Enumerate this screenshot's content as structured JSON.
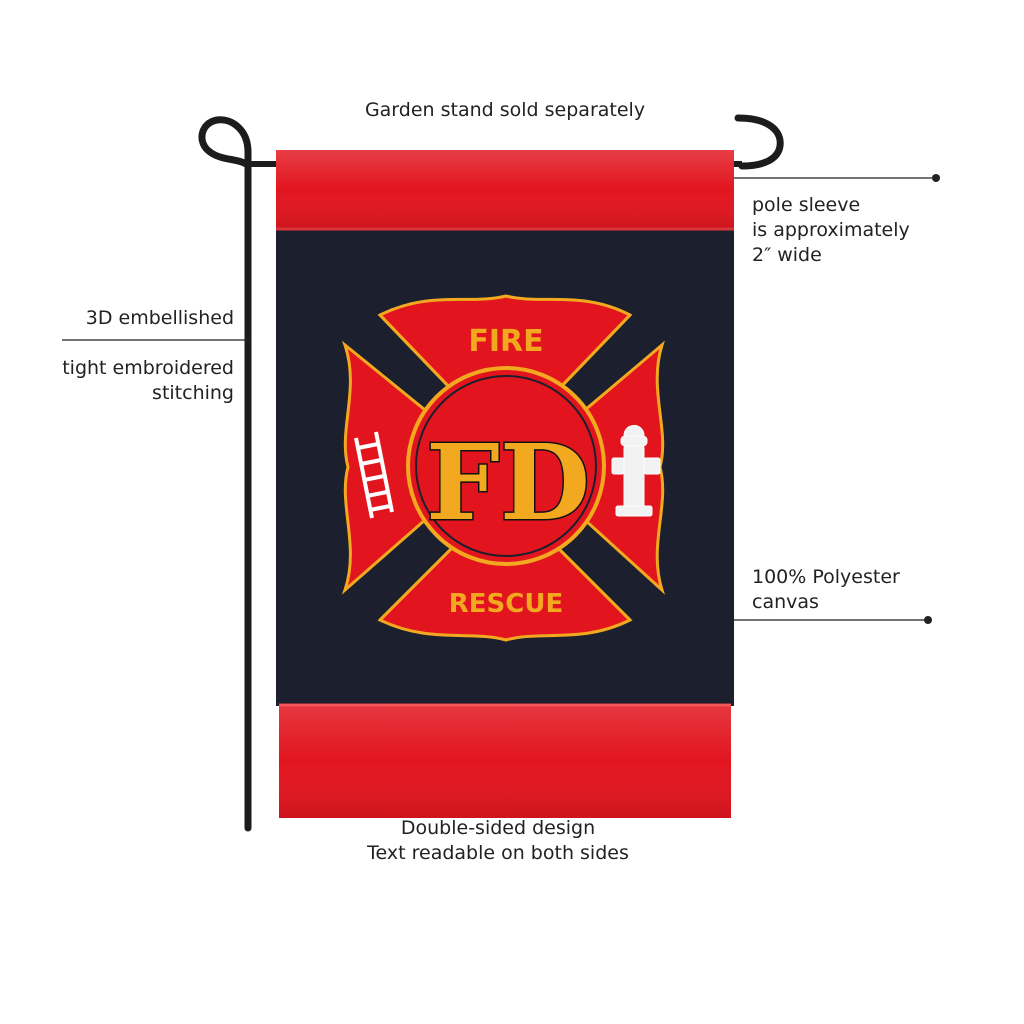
{
  "captions": {
    "stand": "Garden stand sold separately",
    "pole_sleeve": [
      "pole sleeve",
      "is approximately",
      "2″ wide"
    ],
    "embellished": "3D embellished",
    "stitching": [
      "tight embroidered",
      "stitching"
    ],
    "polyester": [
      "100% Polyester",
      "canvas"
    ],
    "double_sided": [
      "Double-sided design",
      "Text readable on both sides"
    ]
  },
  "flag": {
    "top_text": "FIRE",
    "center_text": "FD",
    "bottom_text": "RESCUE"
  },
  "colors": {
    "flag_red": "#e2151f",
    "flag_black": "#1b1f2e",
    "embroidery_gold": "#f3a91f",
    "stand_black": "#1c1c1c"
  }
}
